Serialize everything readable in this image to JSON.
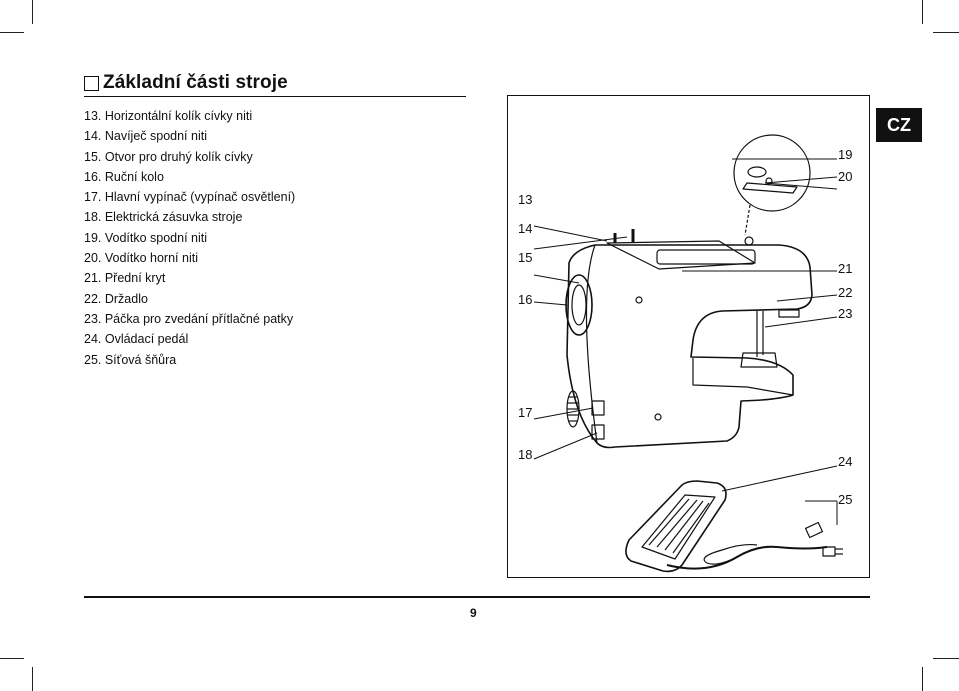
{
  "heading": {
    "title": "Základní části stroje"
  },
  "parts": [
    "13. Horizontální kolík cívky niti",
    "14. Navíječ spodní niti",
    "15. Otvor pro druhý kolík cívky",
    "16. Ruční kolo",
    "17. Hlavní vypínač (vypínač osvětlení)",
    "18. Elektrická zásuvka stroje",
    "19. Vodítko spodní niti",
    "20. Vodítko horní niti",
    "21. Přední kryt",
    "22. Držadlo",
    "23. Páčka pro zvedání přítlačné patky",
    "24. Ovládací pedál",
    "25. Síťová šňůra"
  ],
  "callouts": {
    "c13": "13",
    "c14": "14",
    "c15": "15",
    "c16": "16",
    "c17": "17",
    "c18": "18",
    "c19": "19",
    "c20": "20",
    "c21": "21",
    "c22": "22",
    "c23": "23",
    "c24": "24",
    "c25": "25"
  },
  "language_badge": "CZ",
  "page_number": "9"
}
